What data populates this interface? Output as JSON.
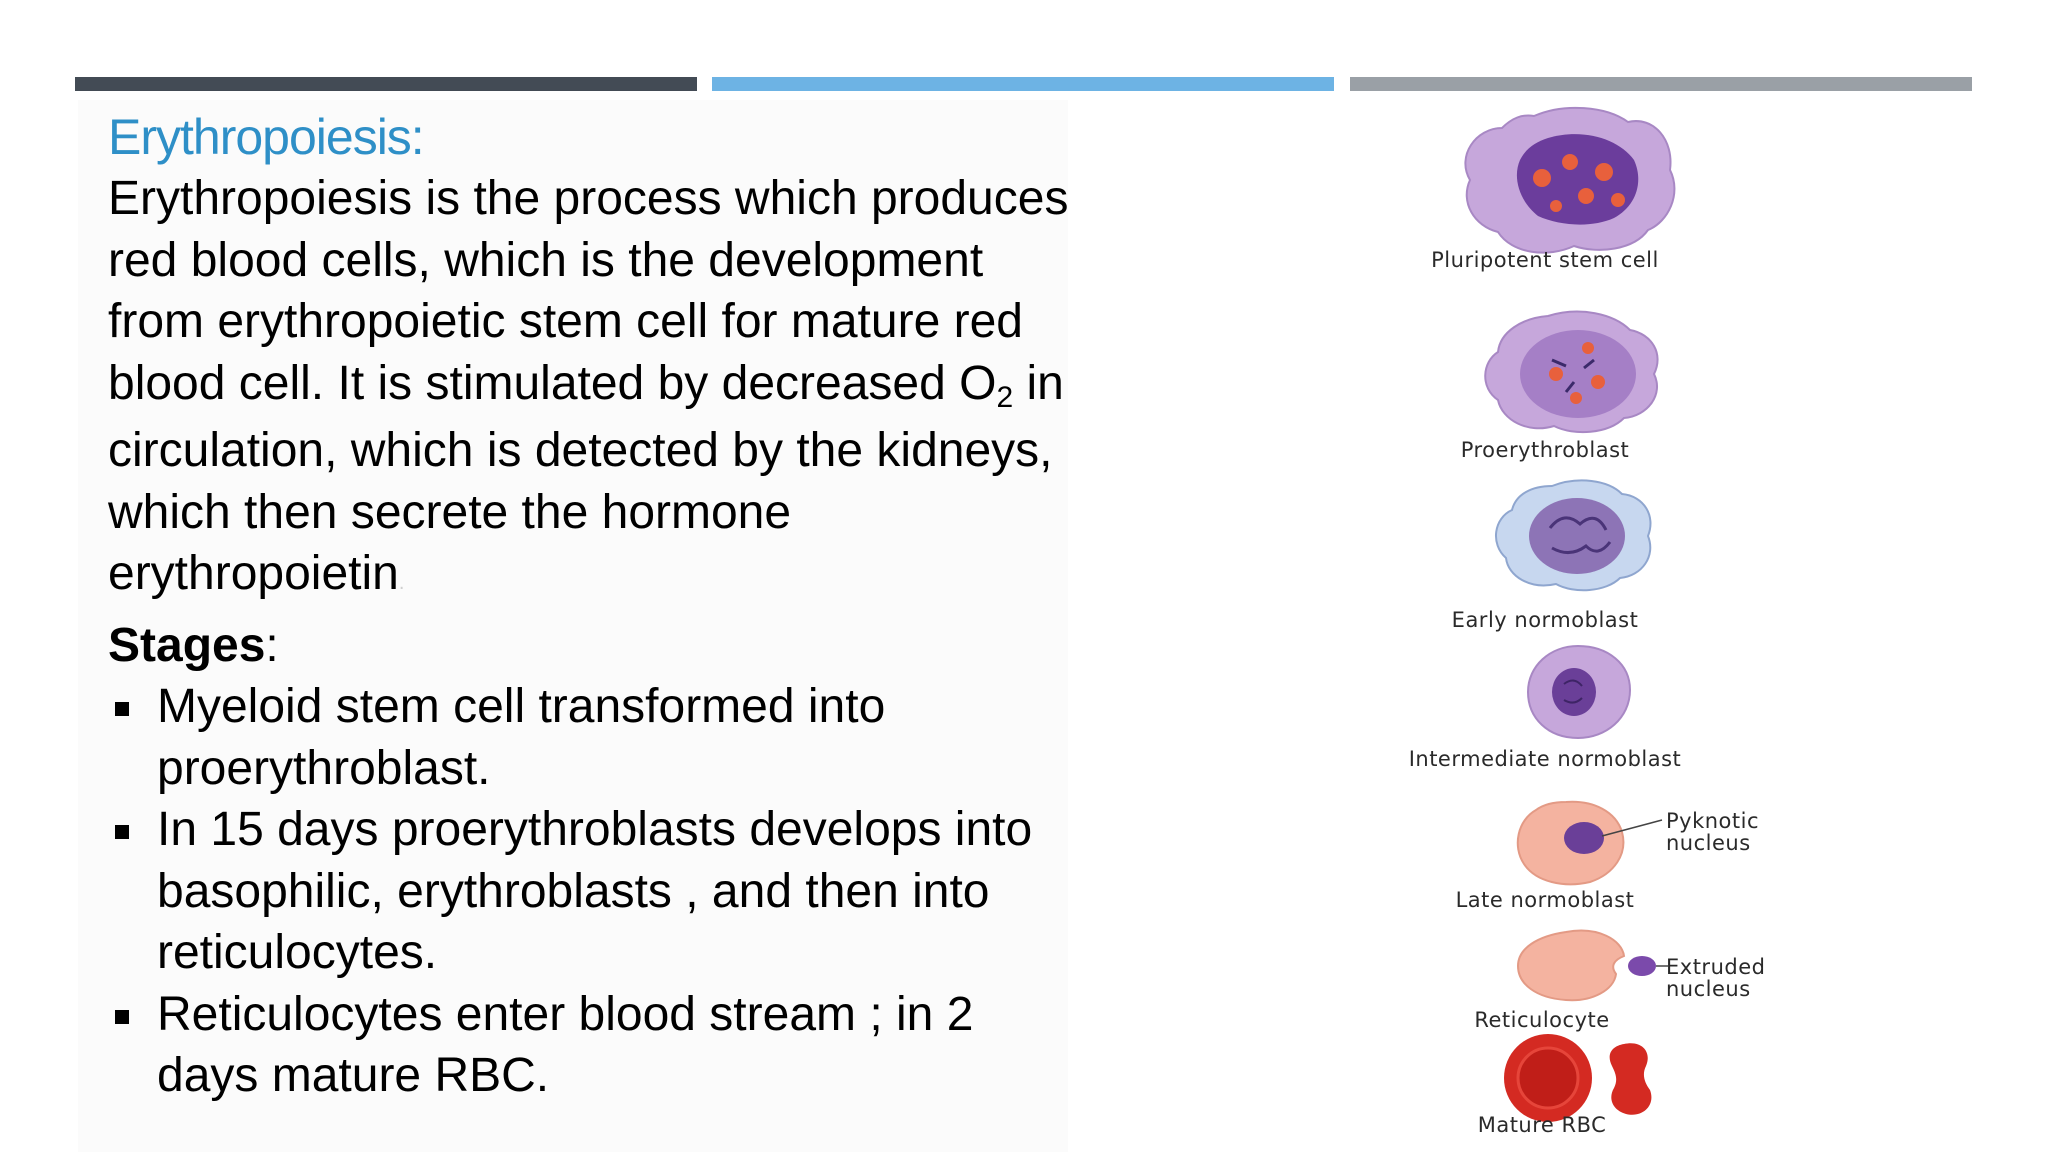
{
  "slide": {
    "title": "Erythropoiesis:",
    "paragraph_part1": "Erythropoiesis is the process which produces red blood cells, which is the development from erythropoietic stem cell for mature red blood cell. It is stimulated by decreased O",
    "paragraph_subscript": "2",
    "paragraph_part2": " in circulation, which is detected by the kidneys, which then secrete the hormone erythropoietin",
    "paragraph_end": ".",
    "stages_heading": "Stages",
    "stages_colon": ":",
    "bullets": [
      "Myeloid stem cell transformed into proerythroblast.",
      "In 15 days proerythroblasts develops into basophilic, erythroblasts ,  and then into reticulocytes.",
      "Reticulocytes enter blood stream ; in 2 days mature RBC."
    ]
  },
  "diagram": {
    "labels": {
      "pluripotent": "Pluripotent stem cell",
      "proerythroblast": "Proerythroblast",
      "early": "Early normoblast",
      "intermediate": "Intermediate normoblast",
      "late": "Late normoblast",
      "reticulocyte": "Reticulocyte",
      "mature": "Mature RBC",
      "pyknotic_line1": "Pyknotic",
      "pyknotic_line2": "nucleus",
      "extruded_line1": "Extruded",
      "extruded_line2": "nucleus"
    }
  },
  "colors": {
    "bar_dark": "#434b55",
    "bar_blue": "#6db3e4",
    "bar_gray": "#9aa0a6",
    "title_blue": "#2e8fc7"
  }
}
